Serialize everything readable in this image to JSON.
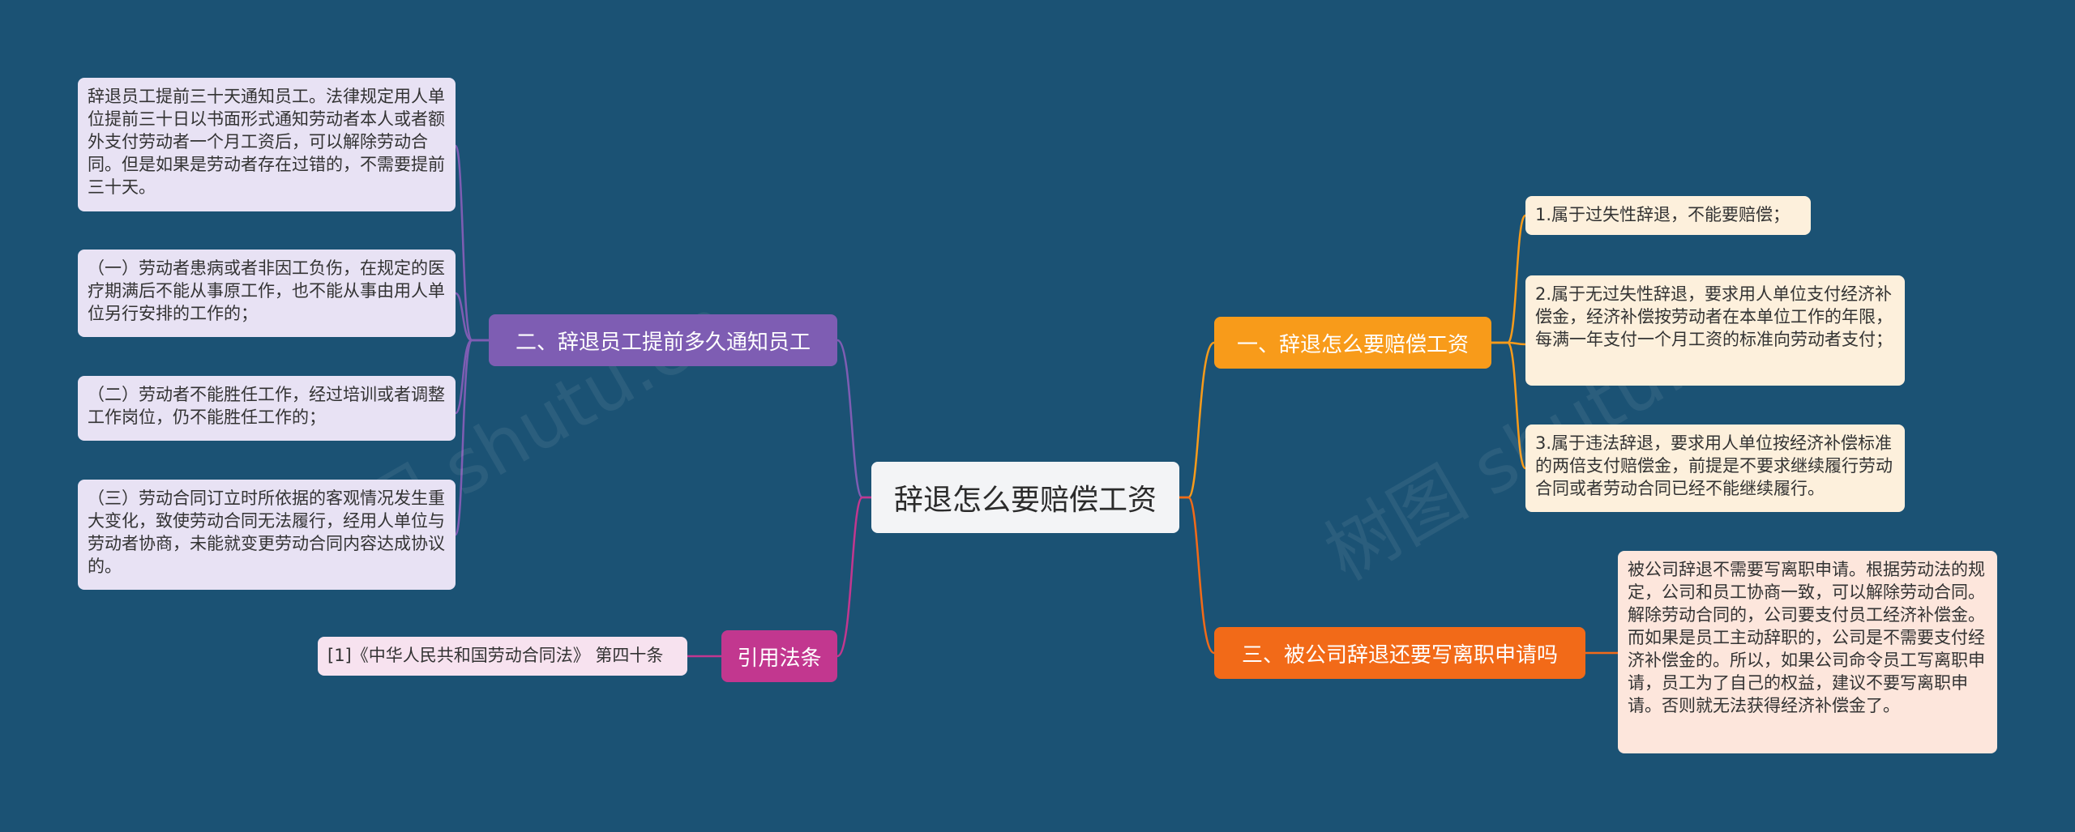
{
  "center": "辞退怎么要赔偿工资",
  "left": [
    {
      "id": "purple",
      "title": "二、辞退员工提前多久通知员工",
      "color": "#7e5db3",
      "children": [
        "辞退员工提前三十天通知员工。法律规定用人单位提前三十日以书面形式通知劳动者本人或者额外支付劳动者一个月工资后，可以解除劳动合同。但是如果是劳动者存在过错的，不需要提前三十天。",
        "（一）劳动者患病或者非因工负伤，在规定的医疗期满后不能从事原工作，也不能从事由用人单位另行安排的工作的；",
        "（二）劳动者不能胜任工作，经过培训或者调整工作岗位，仍不能胜任工作的；",
        "（三）劳动合同订立时所依据的客观情况发生重大变化，致使劳动合同无法履行，经用人单位与劳动者协商，未能就变更劳动合同内容达成协议的。"
      ]
    },
    {
      "id": "pink",
      "title": "引用法条",
      "color": "#c2378f",
      "children": [
        "[1]《中华人民共和国劳动合同法》 第四十条"
      ]
    }
  ],
  "right": [
    {
      "id": "orange",
      "title": "一、辞退怎么要赔偿工资",
      "color": "#f89b1a",
      "children": [
        "1.属于过失性辞退，不能要赔偿；",
        "2.属于无过失性辞退，要求用人单位支付经济补偿金，经济补偿按劳动者在本单位工作的年限，每满一年支付一个月工资的标准向劳动者支付；",
        "3.属于违法辞退，要求用人单位按经济补偿标准的两倍支付赔偿金，前提是不要求继续履行劳动合同或者劳动合同已经不能继续履行。"
      ]
    },
    {
      "id": "red",
      "title": "三、被公司辞退还要写离职申请吗",
      "color": "#f26a18",
      "children": [
        "被公司辞退不需要写离职申请。根据劳动法的规定，公司和员工协商一致，可以解除劳动合同。解除劳动合同的，公司要支付员工经济补偿金。而如果是员工主动辞职的，公司是不需要支付经济补偿金的。所以，如果公司命令员工写离职申请，员工为了自己的权益，建议不要写离职申请。否则就无法获得经济补偿金了。"
      ]
    }
  ]
}
